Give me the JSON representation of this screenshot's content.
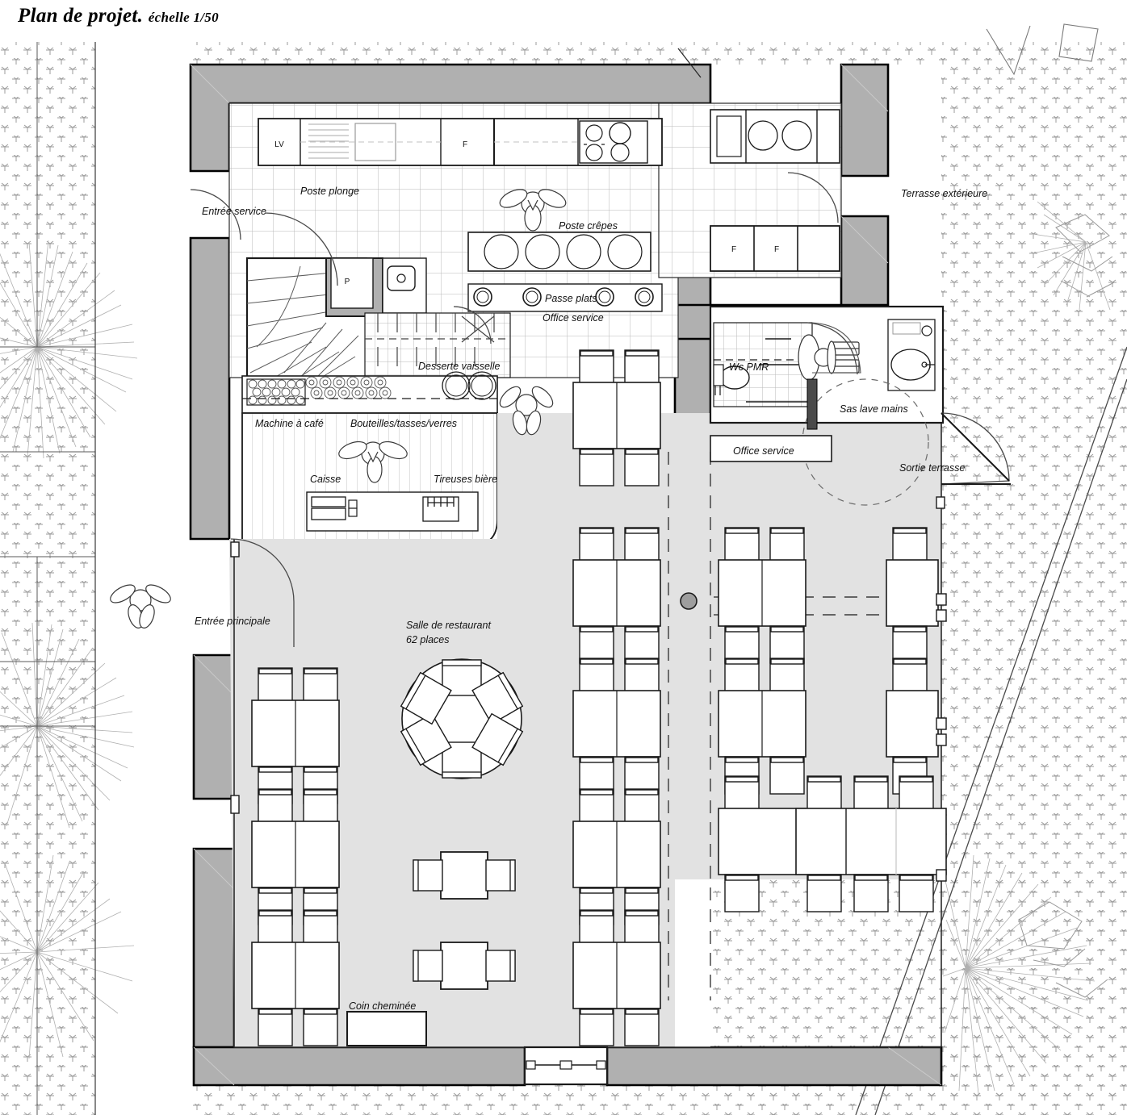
{
  "title": {
    "main": "Plan de projet.",
    "scale": "échelle 1/50"
  },
  "colors": {
    "wall_fill": "#b0b0b0",
    "wall_stroke": "#000000",
    "floor_dining": "#e2e2e2",
    "furniture_fill": "#ffffff",
    "line": "#1a1a1a",
    "hatch": "#9a9a9a"
  },
  "labels": {
    "poste_plonge": "Poste plonge",
    "entree_service": "Entrée service",
    "poste_crepes": "Poste crêpes",
    "passe_plats": "Passe plats",
    "office_service_kitchen": "Office service",
    "desserte_vaisselle": "Desserte vaisselle",
    "machine_a_cafe": "Machine à café",
    "bouteilles": "Bouteilles/tasses/verres",
    "caisse": "Caisse",
    "tireuses_biere": "Tireuses bière",
    "entree_principale": "Entrée principale",
    "salle_line1": "Salle de restaurant",
    "salle_line2": "62 places",
    "coin_cheminee": "Coin cheminée",
    "terrasse_exterieure": "Terrasse extérieure",
    "wc_pmr": "Wc PMR",
    "sas_lave_mains": "Sas lave mains",
    "sortie_terrasse": "Sortie terrasse",
    "office_service_wc": "Office service"
  },
  "appliance_tags": {
    "dishwasher": "LV",
    "fridge_kitchen": "F",
    "fridge_terrace_1": "F",
    "fridge_terrace_2": "F",
    "pillar": "P"
  },
  "rooms": [
    {
      "name": "cuisine",
      "label": "Poste plonge"
    },
    {
      "name": "office-service",
      "label": "Office service"
    },
    {
      "name": "bar",
      "label": "Machine à café"
    },
    {
      "name": "salle-restaurant",
      "label": "Salle de restaurant",
      "capacity": "62 places"
    },
    {
      "name": "wc-pmr",
      "label": "Wc PMR"
    },
    {
      "name": "sas-lave-mains",
      "label": "Sas lave mains"
    },
    {
      "name": "terrasse",
      "label": "Terrasse extérieure"
    }
  ],
  "entrances": [
    {
      "name": "entree-service",
      "label": "Entrée service"
    },
    {
      "name": "entree-principale",
      "label": "Entrée principale"
    },
    {
      "name": "sortie-terrasse",
      "label": "Sortie terrasse"
    }
  ],
  "furniture_counts": {
    "round_table_seats": 6,
    "square_four_top_tables": 14,
    "two_seat_tables": 2,
    "banquet_tables": 3
  }
}
